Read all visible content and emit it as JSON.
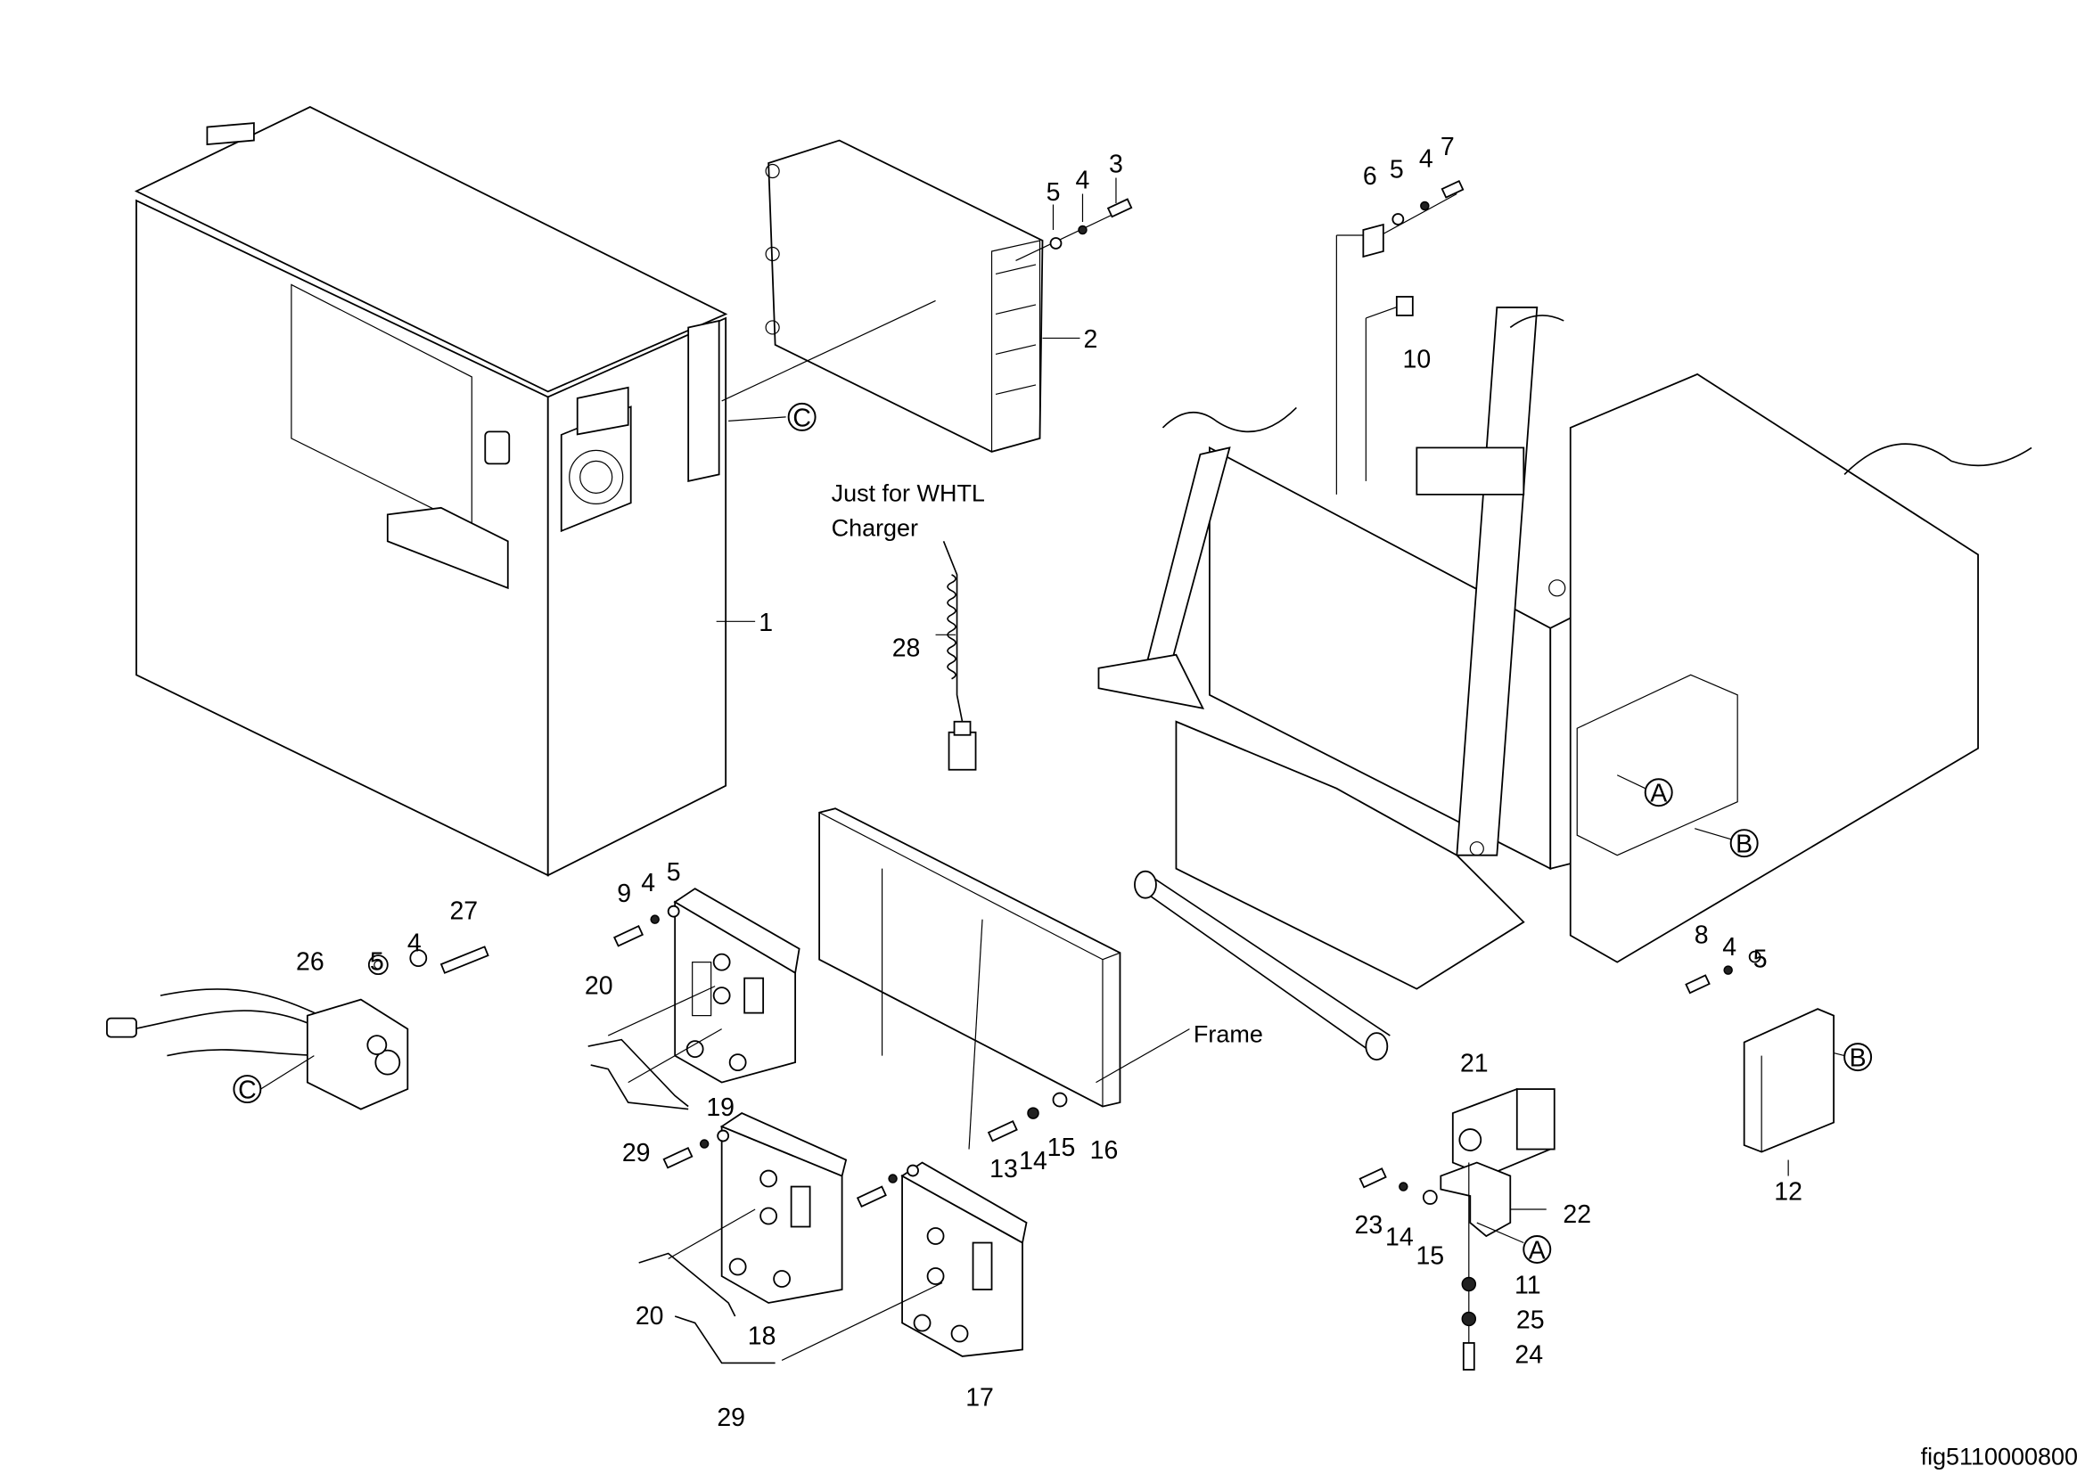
{
  "figure_id": "fig5110000800",
  "note": {
    "line1": "Just for WHTL",
    "line2": "Charger"
  },
  "frame_label": "Frame",
  "refs": {
    "A": "A",
    "B": "B",
    "C": "C"
  },
  "callouts": {
    "c1": "1",
    "c2": "2",
    "c3": "3",
    "c4a": "4",
    "c5a": "5",
    "c6": "6",
    "c5b": "5",
    "c4b": "4",
    "c7": "7",
    "c10": "10",
    "c28": "28",
    "c9": "9",
    "c4c": "4",
    "c5c": "5",
    "c27": "27",
    "c26": "26",
    "c5d": "5",
    "c4d": "4",
    "c20a": "20",
    "c19": "19",
    "c29a": "29",
    "c13": "13",
    "c14a": "14",
    "c15a": "15",
    "c16": "16",
    "c20b": "20",
    "c18": "18",
    "c29b": "29",
    "c17": "17",
    "c21": "21",
    "c22": "22",
    "c23": "23",
    "c14b": "14",
    "c15b": "15",
    "c11": "11",
    "c25": "25",
    "c24": "24",
    "c8": "8",
    "c4e": "4",
    "c5e": "5",
    "c12": "12"
  }
}
